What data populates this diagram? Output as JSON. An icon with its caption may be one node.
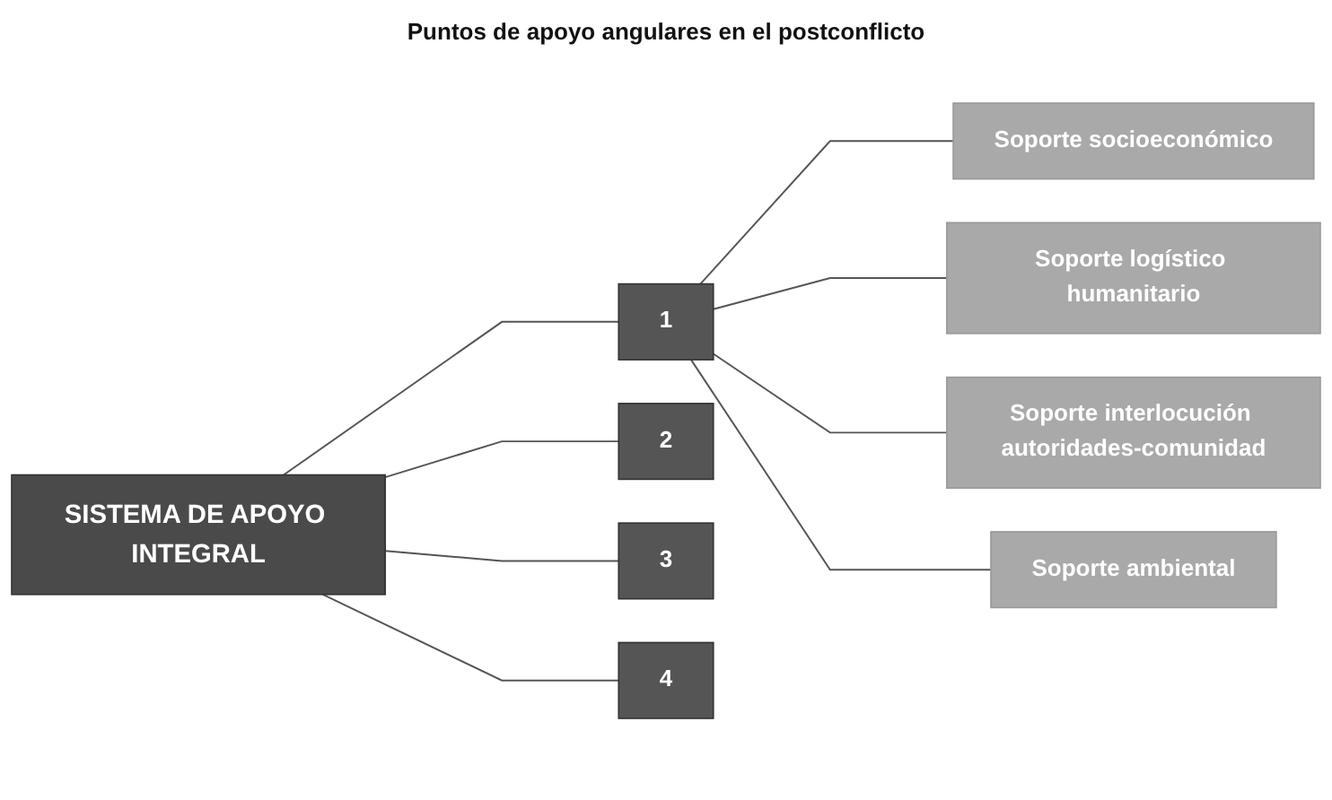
{
  "diagram": {
    "title": "Puntos de apoyo angulares en el postconflicto",
    "nodes": [
      {
        "text": [
          "SISTEMA DE APOYO INTEGRAL"
        ]
      },
      {
        "text": [
          "1"
        ]
      },
      {
        "text": [
          "2"
        ]
      },
      {
        "text": [
          "3"
        ]
      },
      {
        "text": [
          "4"
        ]
      },
      {
        "text": [
          "Soporte socioeconómico"
        ]
      },
      {
        "text": [
          "Soporte logístico humanitario"
        ]
      },
      {
        "text": [
          "Soporte interlocución autoridades-comunidad"
        ]
      },
      {
        "text": [
          "Soporte ambiental"
        ]
      }
    ],
    "edges": [
      {
        "from": 0,
        "to": 1,
        "arrow": "none"
      },
      {
        "from": 0,
        "to": 2,
        "arrow": "none"
      },
      {
        "from": 0,
        "to": 3,
        "arrow": "none"
      },
      {
        "from": 0,
        "to": 4,
        "arrow": "none"
      },
      {
        "from": 1,
        "to": 5,
        "arrow": "none"
      },
      {
        "from": 1,
        "to": 6,
        "arrow": "none"
      },
      {
        "from": 1,
        "to": 7,
        "arrow": "none"
      },
      {
        "from": 1,
        "to": 8,
        "arrow": "none"
      }
    ]
  }
}
